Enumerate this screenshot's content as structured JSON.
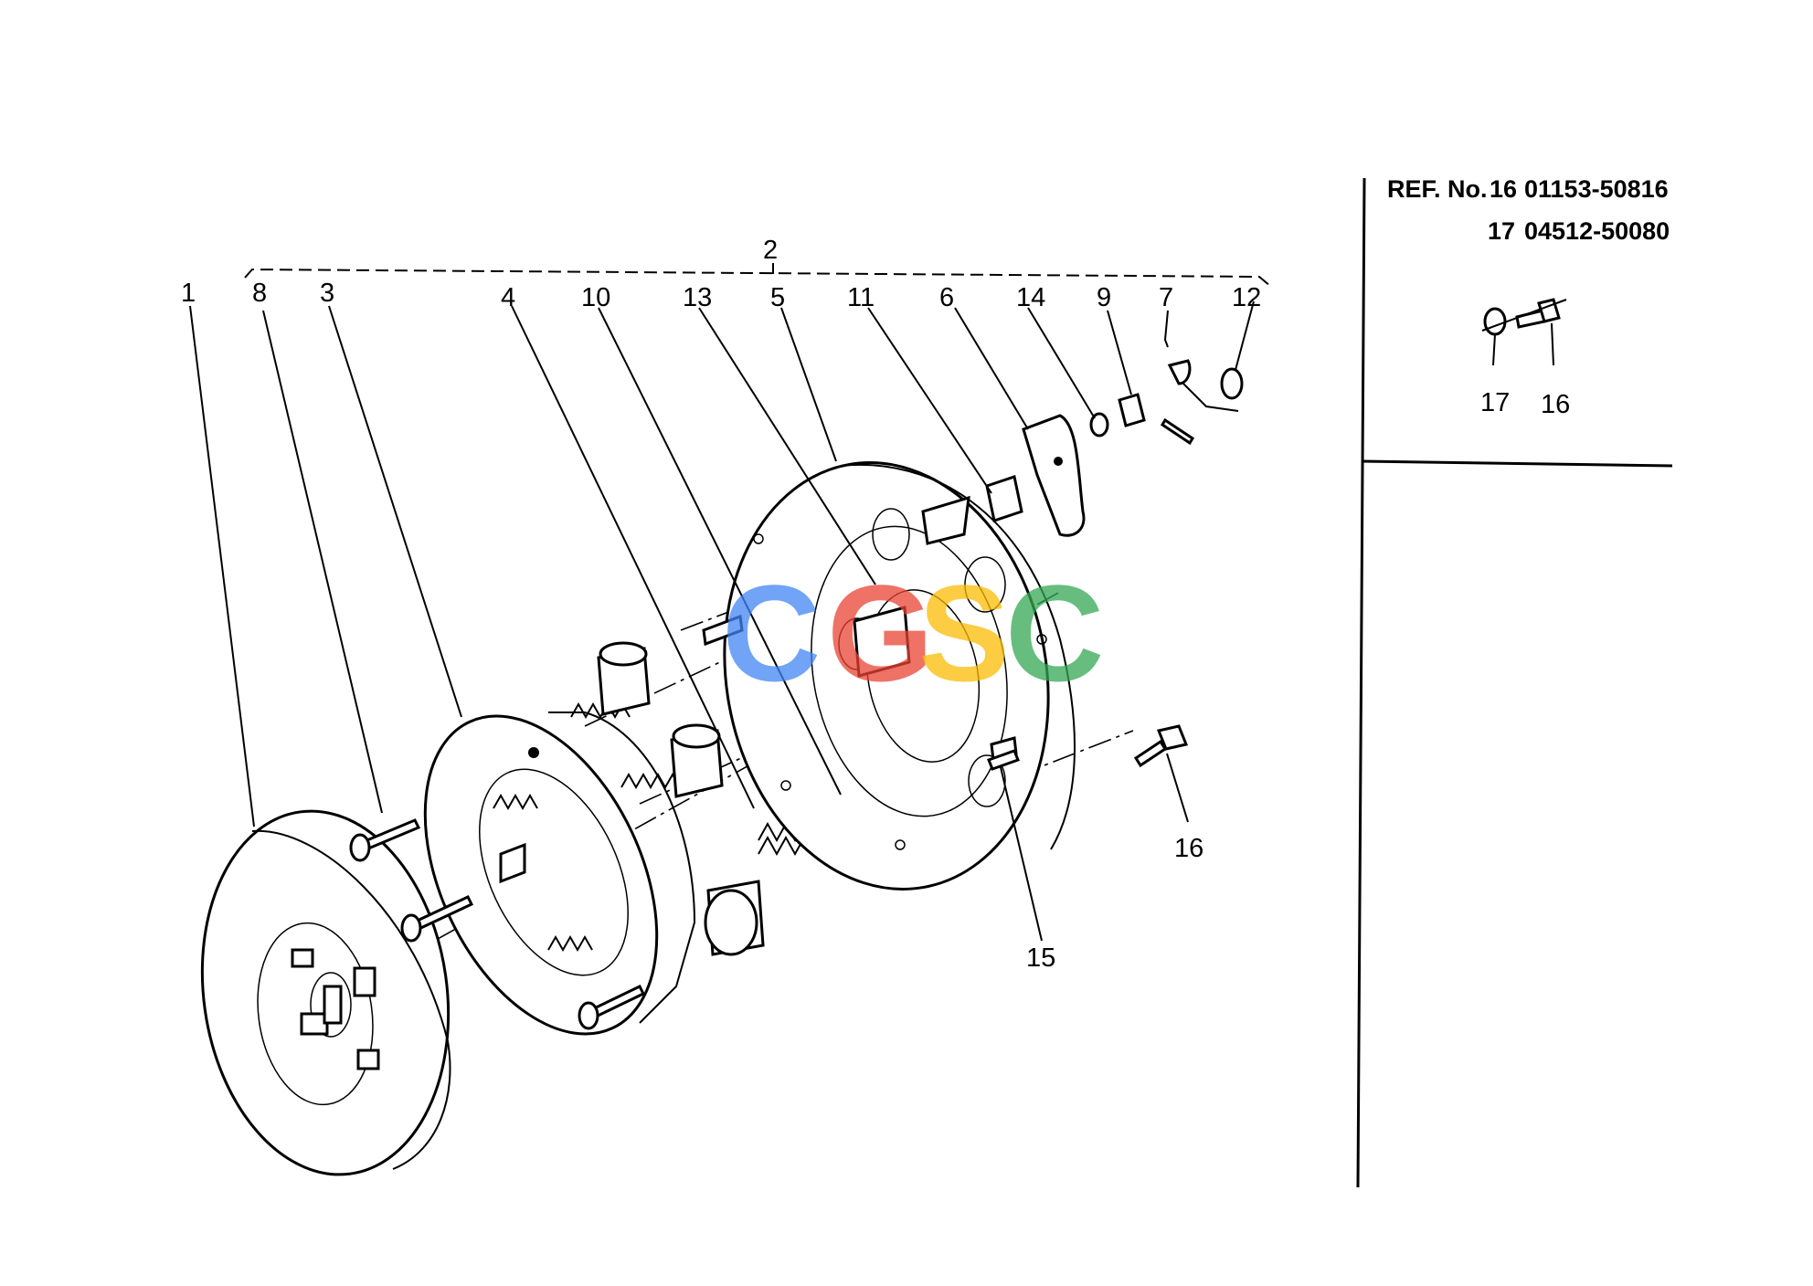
{
  "diagram": {
    "callouts": [
      {
        "id": "c2",
        "text": "2"
      },
      {
        "id": "c1",
        "text": "1"
      },
      {
        "id": "c8",
        "text": "8"
      },
      {
        "id": "c3",
        "text": "3"
      },
      {
        "id": "c4",
        "text": "4"
      },
      {
        "id": "c10",
        "text": "10"
      },
      {
        "id": "c13",
        "text": "13"
      },
      {
        "id": "c5",
        "text": "5"
      },
      {
        "id": "c11",
        "text": "11"
      },
      {
        "id": "c6",
        "text": "6"
      },
      {
        "id": "c14",
        "text": "14"
      },
      {
        "id": "c9",
        "text": "9"
      },
      {
        "id": "c7",
        "text": "7"
      },
      {
        "id": "c12",
        "text": "12"
      },
      {
        "id": "c16",
        "text": "16"
      },
      {
        "id": "c15",
        "text": "15"
      }
    ]
  },
  "reference_box": {
    "line1_prefix": "REF. No.",
    "line1_item": "16",
    "line1_part": "01153-50816",
    "line2_item": "17",
    "line2_part": "04512-50080",
    "inset_label_17": "17",
    "inset_label_16": "16"
  },
  "watermark": {
    "letters": [
      "C",
      "G",
      "S",
      "C"
    ],
    "colors": [
      "#4285f4",
      "#ea4335",
      "#fbbc05",
      "#34a853"
    ]
  }
}
